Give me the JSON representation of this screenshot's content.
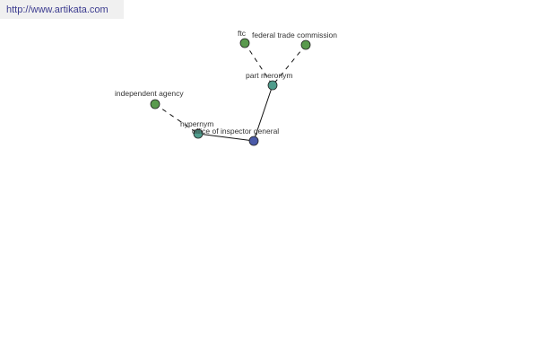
{
  "header": {
    "url": "http://www.artikata.com"
  },
  "graph": {
    "nodes": [
      {
        "id": "ftc",
        "label": "ftc",
        "color": "#5a9a4e"
      },
      {
        "id": "federal-trade-commission",
        "label": "federal trade commission",
        "color": "#5a9a4e"
      },
      {
        "id": "independent-agency",
        "label": "independent agency",
        "color": "#5a9a4e"
      },
      {
        "id": "part-meronym",
        "label": "part meronym",
        "color": "#4f9c8c"
      },
      {
        "id": "hypernym",
        "label": "hypernym",
        "color": "#4f9c8c"
      },
      {
        "id": "office-of-inspector-general",
        "label": "office of inspector general",
        "color": "#4a5aa8"
      }
    ],
    "edges": [
      {
        "from": "ftc",
        "to": "part-meronym",
        "style": "dashed"
      },
      {
        "from": "federal-trade-commission",
        "to": "part-meronym",
        "style": "dashed"
      },
      {
        "from": "independent-agency",
        "to": "hypernym",
        "style": "dashed"
      },
      {
        "from": "part-meronym",
        "to": "office-of-inspector-general",
        "style": "solid"
      },
      {
        "from": "hypernym",
        "to": "office-of-inspector-general",
        "style": "solid"
      }
    ]
  }
}
